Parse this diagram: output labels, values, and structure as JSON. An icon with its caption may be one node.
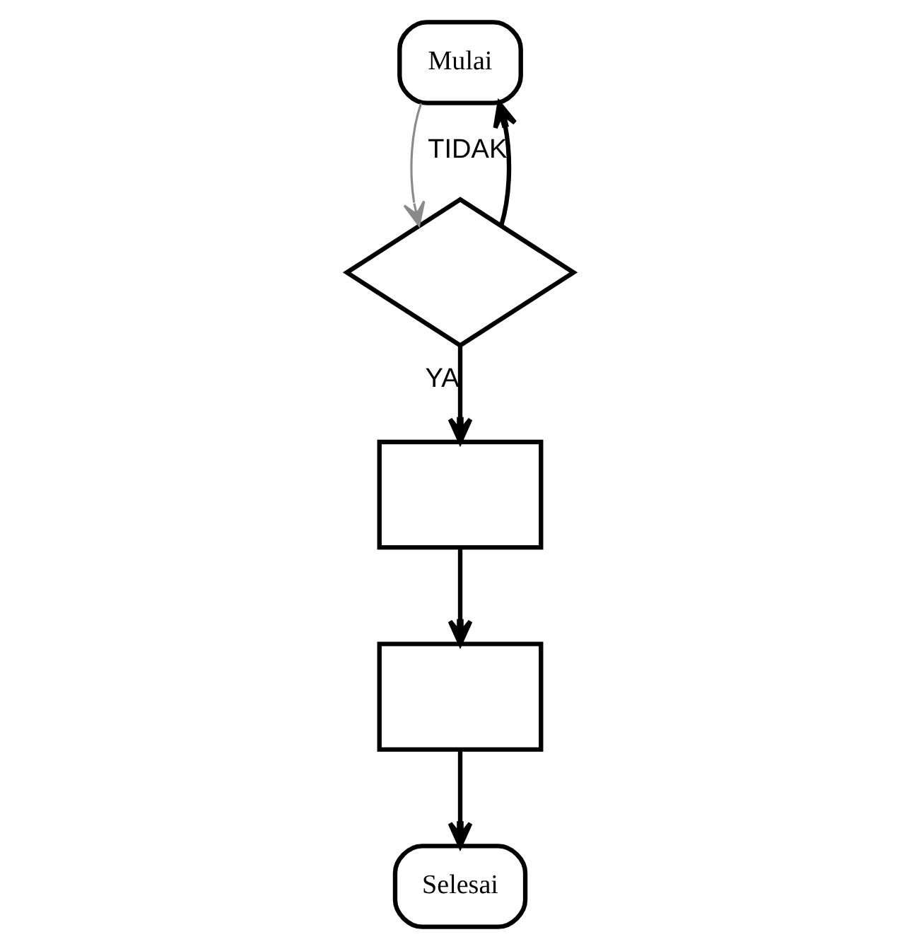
{
  "diagram": {
    "nodes": [
      {
        "text": [
          "Mulai"
        ]
      },
      {
        "text": [],
        "shape": "diamond"
      },
      {
        "text": [],
        "shape": "box"
      },
      {
        "text": [],
        "shape": "box"
      },
      {
        "text": [
          "Selesai"
        ]
      }
    ],
    "edges": [
      {
        "from": 0,
        "to": 1,
        "arrow": "to",
        "color": "#8a8a8a"
      },
      {
        "from": 1,
        "to": 0,
        "arrow": "to",
        "label": "TIDAK"
      },
      {
        "from": 1,
        "to": 2,
        "arrow": "to",
        "label": "YA"
      },
      {
        "from": 2,
        "to": 3,
        "arrow": "to"
      },
      {
        "from": 3,
        "to": 4,
        "arrow": "to"
      }
    ]
  }
}
